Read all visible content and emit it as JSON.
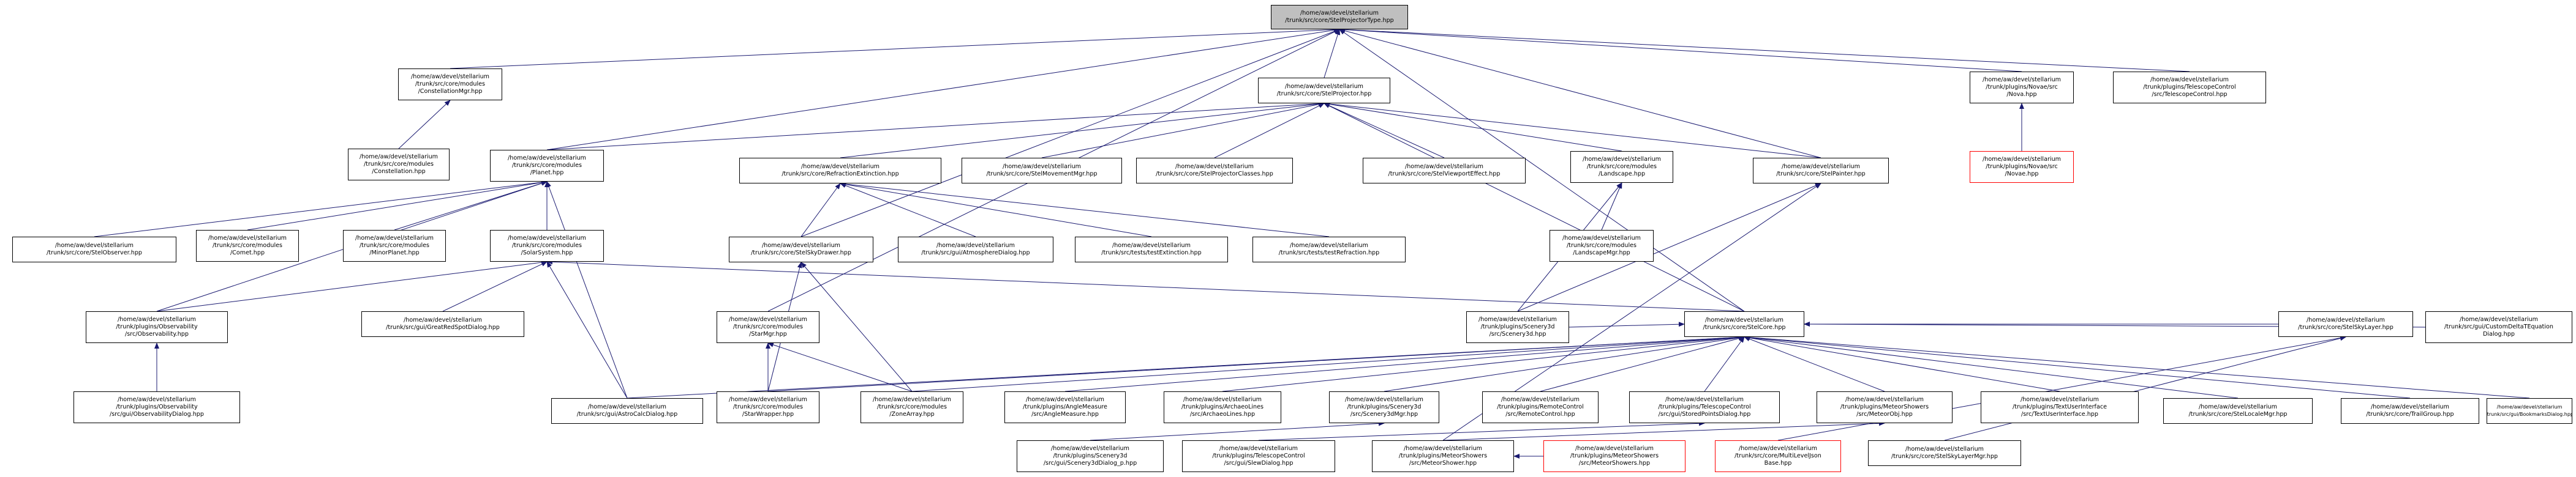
{
  "graph_title": "",
  "nodes": {
    "root": "/home/aw/devel/stellarium\n/trunk/src/core/StelProjectorType.hpp",
    "constellationMgr": "/home/aw/devel/stellarium\n/trunk/src/core/modules\n/ConstellationMgr.hpp",
    "constellation": "/home/aw/devel/stellarium\n/trunk/src/core/modules\n/Constellation.hpp",
    "stelProjector": "/home/aw/devel/stellarium\n/trunk/src/core/StelProjector.hpp",
    "planet": "/home/aw/devel/stellarium\n/trunk/src/core/modules\n/Planet.hpp",
    "refraction": "/home/aw/devel/stellarium\n/trunk/src/core/RefractionExtinction.hpp",
    "movementMgr": "/home/aw/devel/stellarium\n/trunk/src/core/StelMovementMgr.hpp",
    "projectorClasses": "/home/aw/devel/stellarium\n/trunk/src/core/StelProjectorClasses.hpp",
    "viewportEffect": "/home/aw/devel/stellarium\n/trunk/src/core/StelViewportEffect.hpp",
    "landscape": "/home/aw/devel/stellarium\n/trunk/src/core/modules\n/Landscape.hpp",
    "stelPainter": "/home/aw/devel/stellarium\n/trunk/src/core/StelPainter.hpp",
    "novaTop": "/home/aw/devel/stellarium\n/trunk/plugins/Novae/src\n/Nova.hpp",
    "novae": "/home/aw/devel/stellarium\n/trunk/plugins/Novae/src\n/Novae.hpp",
    "telescopeControl": "/home/aw/devel/stellarium\n/trunk/plugins/TelescopeControl\n/src/TelescopeControl.hpp",
    "stelObserver": "/home/aw/devel/stellarium\n/trunk/src/core/StelObserver.hpp",
    "comet": "/home/aw/devel/stellarium\n/trunk/src/core/modules\n/Comet.hpp",
    "minorPlanet": "/home/aw/devel/stellarium\n/trunk/src/core/modules\n/MinorPlanet.hpp",
    "solarSystem": "/home/aw/devel/stellarium\n/trunk/src/core/modules\n/SolarSystem.hpp",
    "skyDrawer": "/home/aw/devel/stellarium\n/trunk/src/core/StelSkyDrawer.hpp",
    "atmosphereDialog": "/home/aw/devel/stellarium\n/trunk/src/gui/AtmosphereDialog.hpp",
    "testExtinction": "/home/aw/devel/stellarium\n/trunk/src/tests/testExtinction.hpp",
    "testRefraction": "/home/aw/devel/stellarium\n/trunk/src/tests/testRefraction.hpp",
    "landscapeMgr": "/home/aw/devel/stellarium\n/trunk/src/core/modules\n/LandscapeMgr.hpp",
    "observability": "/home/aw/devel/stellarium\n/trunk/plugins/Observability\n/src/Observability.hpp",
    "greatRedSpot": "/home/aw/devel/stellarium\n/trunk/src/gui/GreatRedSpotDialog.hpp",
    "starMgr": "/home/aw/devel/stellarium\n/trunk/src/core/modules\n/StarMgr.hpp",
    "scenery3d": "/home/aw/devel/stellarium\n/trunk/plugins/Scenery3d\n/src/Scenery3d.hpp",
    "stelCore": "/home/aw/devel/stellarium\n/trunk/src/core/StelCore.hpp",
    "observabilityDialog": "/home/aw/devel/stellarium\n/trunk/plugins/Observability\n/src/gui/ObservabilityDialog.hpp",
    "astroCalc": "/home/aw/devel/stellarium\n/trunk/src/gui/AstroCalcDialog.hpp",
    "starWrapper": "/home/aw/devel/stellarium\n/trunk/src/core/modules\n/StarWrapper.hpp",
    "zoneArray": "/home/aw/devel/stellarium\n/trunk/src/core/modules\n/ZoneArray.hpp",
    "angleMeasure": "/home/aw/devel/stellarium\n/trunk/plugins/AngleMeasure\n/src/AngleMeasure.hpp",
    "archaeoLines": "/home/aw/devel/stellarium\n/trunk/plugins/ArchaeoLines\n/src/ArchaeoLines.hpp",
    "scenery3dMgr": "/home/aw/devel/stellarium\n/trunk/plugins/Scenery3d\n/src/Scenery3dMgr.hpp",
    "remoteControl": "/home/aw/devel/stellarium\n/trunk/plugins/RemoteControl\n/src/RemoteControl.hpp",
    "storedPoints": "/home/aw/devel/stellarium\n/trunk/plugins/TelescopeControl\n/src/gui/StoredPointsDialog.hpp",
    "meteorObj": "/home/aw/devel/stellarium\n/trunk/plugins/MeteorShowers\n/src/MeteorObj.hpp",
    "textUserInterface": "/home/aw/devel/stellarium\n/trunk/plugins/TextUserInterface\n/src/TextUserInterface.hpp",
    "localeMgr": "/home/aw/devel/stellarium\n/trunk/src/core/StelLocaleMgr.hpp",
    "trailGroup": "/home/aw/devel/stellarium\n/trunk/src/core/TrailGroup.hpp",
    "bookmarks": "/home/aw/devel/stellarium\n/trunk/src/gui/BookmarksDialog.hpp",
    "customDeltaT": "/home/aw/devel/stellarium\n/trunk/src/gui/CustomDeltaTEquation\nDialog.hpp",
    "skyLayer": "/home/aw/devel/stellarium\n/trunk/src/core/StelSkyLayer.hpp",
    "scenery3dDialogP": "/home/aw/devel/stellarium\n/trunk/plugins/Scenery3d\n/src/gui/Scenery3dDialog_p.hpp",
    "slewDialog": "/home/aw/devel/stellarium\n/trunk/plugins/TelescopeControl\n/src/gui/SlewDialog.hpp",
    "meteorShowerHpp": "/home/aw/devel/stellarium\n/trunk/plugins/MeteorShowers\n/src/MeteorShower.hpp",
    "meteorShowers": "/home/aw/devel/stellarium\n/trunk/plugins/MeteorShowers\n/src/MeteorShowers.hpp",
    "multiLevelJson": "/home/aw/devel/stellarium\n/trunk/src/core/MultiLevelJson\nBase.hpp",
    "skyLayerMgr": "/home/aw/devel/stellarium\n/trunk/src/core/StelSkyLayerMgr.hpp"
  },
  "edges": [
    [
      "constellationMgr",
      "root"
    ],
    [
      "stelProjector",
      "root"
    ],
    [
      "planet",
      "root"
    ],
    [
      "skyDrawer",
      "root"
    ],
    [
      "starMgr",
      "root"
    ],
    [
      "stelPainter",
      "root"
    ],
    [
      "novaTop",
      "root"
    ],
    [
      "telescopeControl",
      "root"
    ],
    [
      "stelCore",
      "root"
    ],
    [
      "constellation",
      "constellationMgr"
    ],
    [
      "planet",
      "stelProjector"
    ],
    [
      "refraction",
      "stelProjector"
    ],
    [
      "movementMgr",
      "stelProjector"
    ],
    [
      "projectorClasses",
      "stelProjector"
    ],
    [
      "viewportEffect",
      "stelProjector"
    ],
    [
      "landscape",
      "stelProjector"
    ],
    [
      "stelPainter",
      "stelProjector"
    ],
    [
      "stelCore",
      "stelProjector"
    ],
    [
      "novae",
      "novaTop"
    ],
    [
      "stelObserver",
      "planet"
    ],
    [
      "comet",
      "planet"
    ],
    [
      "minorPlanet",
      "planet"
    ],
    [
      "solarSystem",
      "planet"
    ],
    [
      "observability",
      "planet"
    ],
    [
      "astroCalc",
      "planet"
    ],
    [
      "skyDrawer",
      "refraction"
    ],
    [
      "atmosphereDialog",
      "refraction"
    ],
    [
      "testExtinction",
      "refraction"
    ],
    [
      "testRefraction",
      "refraction"
    ],
    [
      "landscapeMgr",
      "landscape"
    ],
    [
      "scenery3d",
      "landscape"
    ],
    [
      "scenery3d",
      "stelPainter"
    ],
    [
      "meteorShowerHpp",
      "stelPainter"
    ],
    [
      "observability",
      "solarSystem"
    ],
    [
      "greatRedSpot",
      "solarSystem"
    ],
    [
      "astroCalc",
      "solarSystem"
    ],
    [
      "stelCore",
      "solarSystem"
    ],
    [
      "starWrapper",
      "skyDrawer"
    ],
    [
      "zoneArray",
      "skyDrawer"
    ],
    [
      "observabilityDialog",
      "observability"
    ],
    [
      "starWrapper",
      "starMgr"
    ],
    [
      "zoneArray",
      "starMgr"
    ],
    [
      "astroCalc",
      "stelCore"
    ],
    [
      "starWrapper",
      "stelCore"
    ],
    [
      "zoneArray",
      "stelCore"
    ],
    [
      "angleMeasure",
      "stelCore"
    ],
    [
      "archaeoLines",
      "stelCore"
    ],
    [
      "scenery3dMgr",
      "stelCore"
    ],
    [
      "remoteControl",
      "stelCore"
    ],
    [
      "storedPoints",
      "stelCore"
    ],
    [
      "meteorObj",
      "stelCore"
    ],
    [
      "textUserInterface",
      "stelCore"
    ],
    [
      "localeMgr",
      "stelCore"
    ],
    [
      "trailGroup",
      "stelCore"
    ],
    [
      "bookmarks",
      "stelCore"
    ],
    [
      "customDeltaT",
      "stelCore"
    ],
    [
      "skyLayer",
      "stelCore"
    ],
    [
      "scenery3d",
      "stelCore"
    ],
    [
      "scenery3dDialogP",
      "scenery3dMgr"
    ],
    [
      "slewDialog",
      "storedPoints"
    ],
    [
      "meteorShowerHpp",
      "meteorObj"
    ],
    [
      "meteorShowers",
      "meteorShowerHpp"
    ],
    [
      "multiLevelJson",
      "skyLayer"
    ],
    [
      "skyLayerMgr",
      "skyLayer"
    ]
  ],
  "colors": {
    "root_fill": "#bfbfbf",
    "edge": "#191970",
    "red_border": "#ff0000"
  }
}
